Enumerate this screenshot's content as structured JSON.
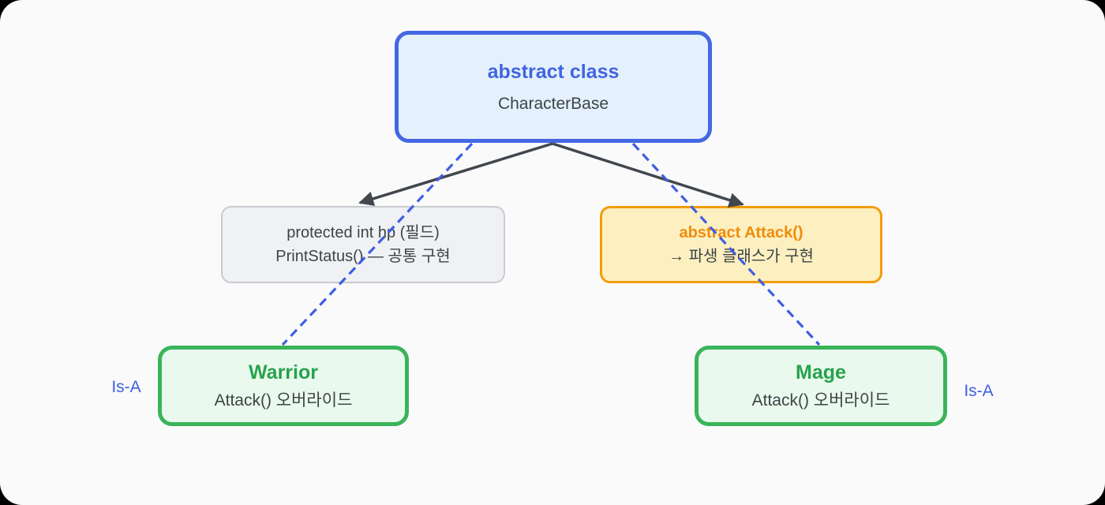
{
  "canvas": {
    "background_color": "#fafafb",
    "frame_color": "#000000"
  },
  "nodes": {
    "character_base": {
      "title": "abstract class",
      "subtitle": "CharacterBase",
      "fill_color": "#e4f1fc",
      "border_color": "#4468e3",
      "title_color": "#4065e0"
    },
    "common_members": {
      "line1": "protected int hp (필드)",
      "line2": "PrintStatus() — 공통 구현",
      "fill_color": "#f0f1f4",
      "border_color": "#c7ccd1"
    },
    "abstract_method": {
      "title": "abstract Attack()",
      "subtitle": "→ 파생 클래스가 구현",
      "fill_color": "#fdf0c0",
      "border_color": "#f49b0b",
      "title_color": "#f18b0a"
    },
    "warrior": {
      "title": "Warrior",
      "subtitle": "Attack() 오버라이드",
      "fill_color": "#e9f9ed",
      "border_color": "#3ab45a",
      "title_color": "#28a24d"
    },
    "mage": {
      "title": "Mage",
      "subtitle": "Attack() 오버라이드",
      "fill_color": "#e9f9ed",
      "border_color": "#3ab45a",
      "title_color": "#28a24d"
    }
  },
  "labels": {
    "isa_left": "Is-A",
    "isa_right": "Is-A",
    "isa_color": "#3e5ee2"
  },
  "edges": {
    "solid_color": "#41474d",
    "dashed_color": "#3e5ee2"
  },
  "text_color": "#3d4347"
}
